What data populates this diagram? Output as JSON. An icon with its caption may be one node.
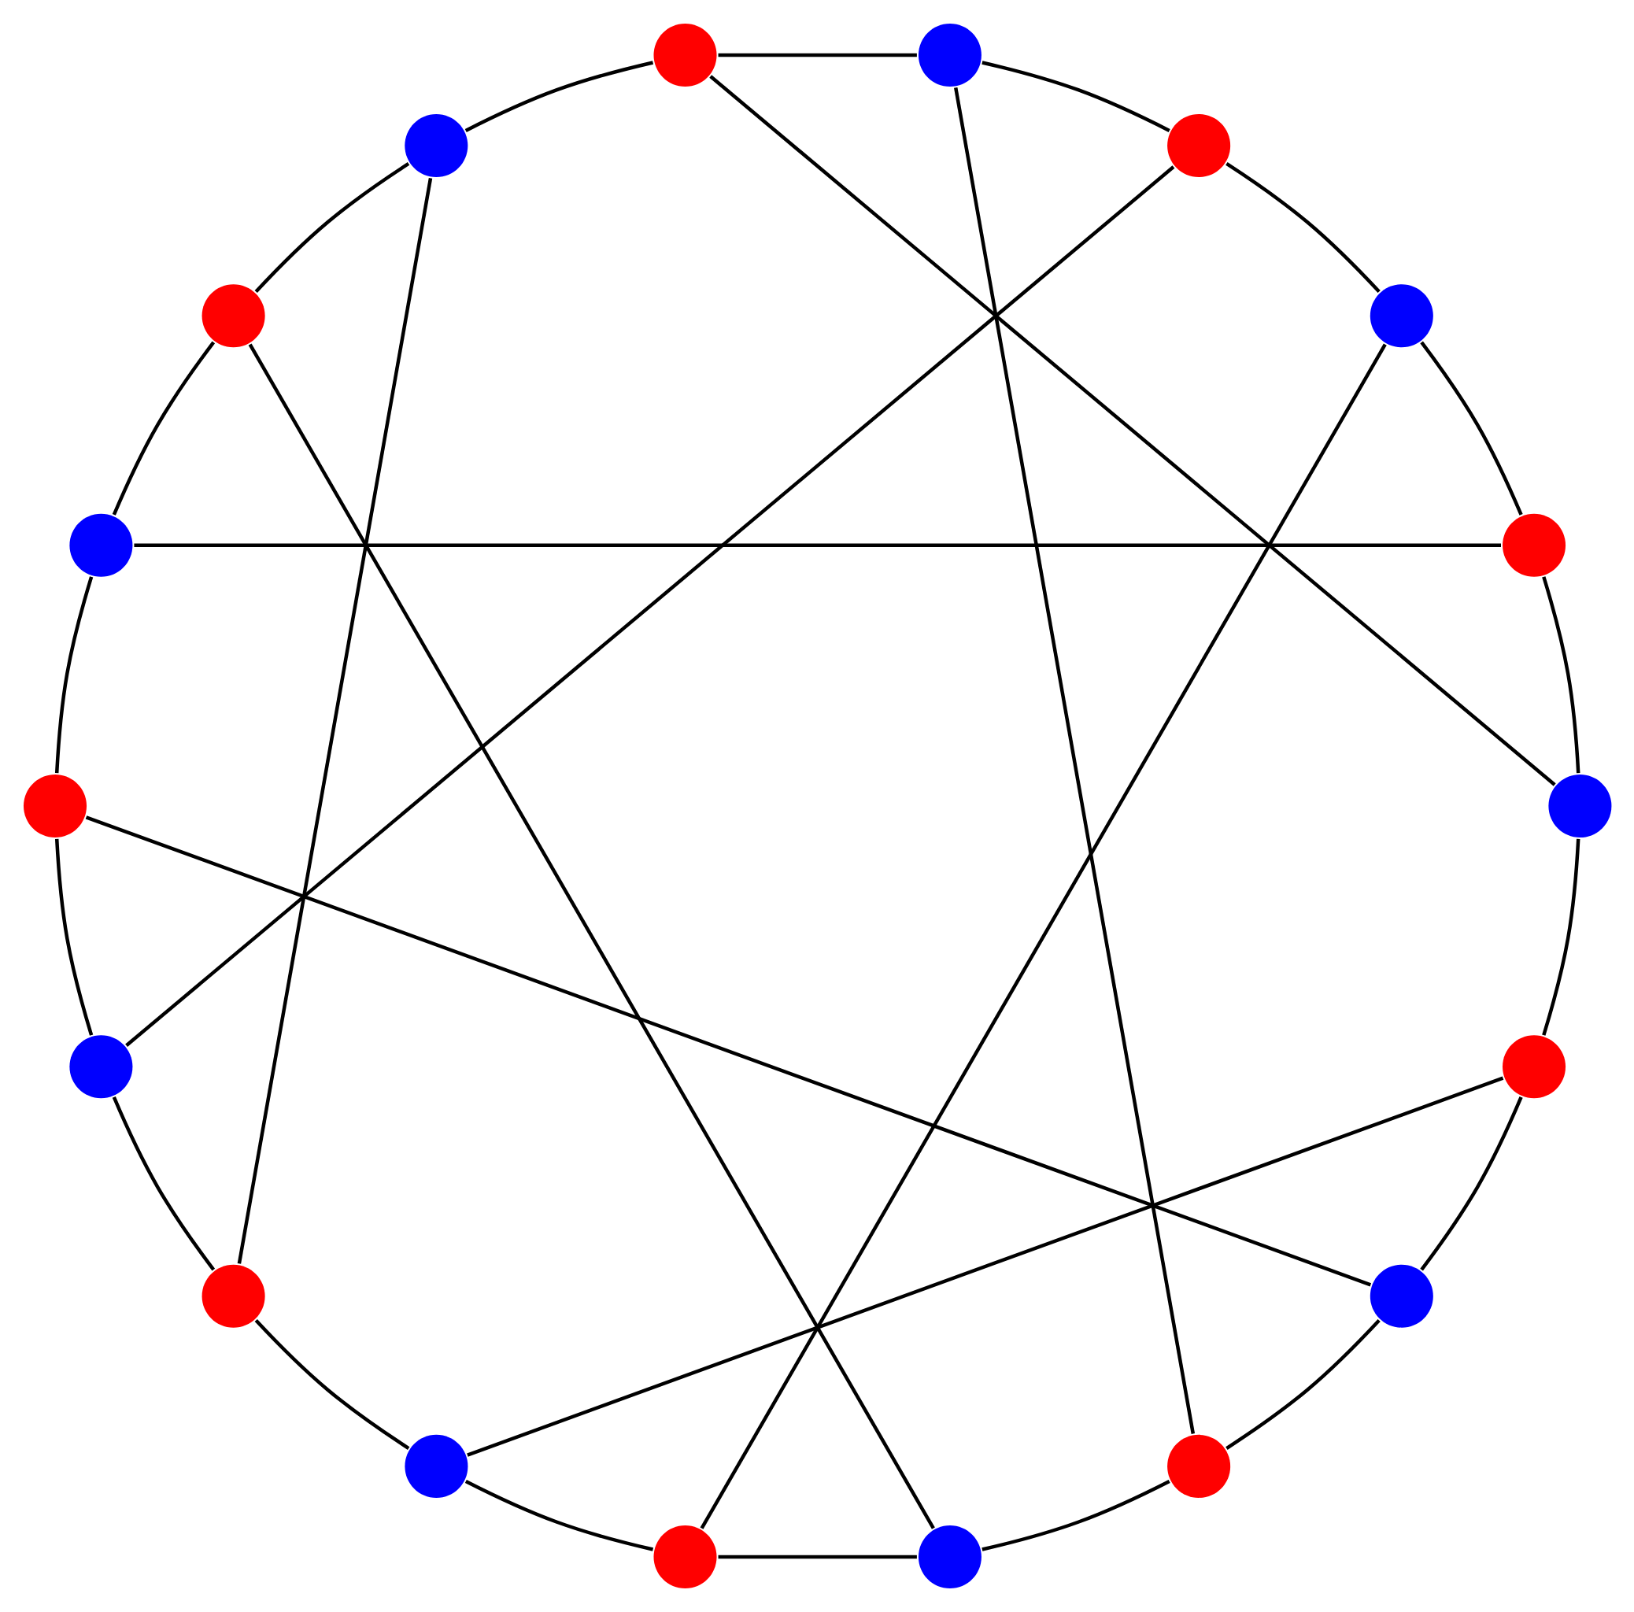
{
  "diagram": {
    "nodes": [
      {
        "text": [],
        "shape": "circle"
      },
      {
        "text": [],
        "shape": "circle"
      },
      {
        "text": [],
        "shape": "circle"
      },
      {
        "text": [],
        "shape": "circle"
      },
      {
        "text": [],
        "shape": "circle"
      },
      {
        "text": [],
        "shape": "circle"
      },
      {
        "text": [],
        "shape": "circle"
      },
      {
        "text": [],
        "shape": "circle"
      },
      {
        "text": [],
        "shape": "circle"
      },
      {
        "text": [],
        "shape": "circle"
      },
      {
        "text": [],
        "shape": "circle"
      },
      {
        "text": [],
        "shape": "circle"
      },
      {
        "text": [],
        "shape": "circle"
      },
      {
        "text": [],
        "shape": "circle"
      },
      {
        "text": [],
        "shape": "circle"
      },
      {
        "text": [],
        "shape": "circle"
      },
      {
        "text": [],
        "shape": "circle"
      },
      {
        "text": [],
        "shape": "circle"
      }
    ],
    "edges": [
      {
        "from": 0,
        "to": 1,
        "arrow": "none"
      },
      {
        "from": 1,
        "to": 2,
        "arrow": "none"
      },
      {
        "from": 2,
        "to": 3,
        "arrow": "none"
      },
      {
        "from": 3,
        "to": 4,
        "arrow": "none"
      },
      {
        "from": 4,
        "to": 5,
        "arrow": "none"
      },
      {
        "from": 5,
        "to": 6,
        "arrow": "none"
      },
      {
        "from": 6,
        "to": 7,
        "arrow": "none"
      },
      {
        "from": 7,
        "to": 8,
        "arrow": "none"
      },
      {
        "from": 8,
        "to": 9,
        "arrow": "none"
      },
      {
        "from": 9,
        "to": 10,
        "arrow": "none"
      },
      {
        "from": 10,
        "to": 11,
        "arrow": "none"
      },
      {
        "from": 11,
        "to": 12,
        "arrow": "none"
      },
      {
        "from": 12,
        "to": 13,
        "arrow": "none"
      },
      {
        "from": 13,
        "to": 14,
        "arrow": "none"
      },
      {
        "from": 14,
        "to": 15,
        "arrow": "none"
      },
      {
        "from": 15,
        "to": 16,
        "arrow": "none"
      },
      {
        "from": 16,
        "to": 17,
        "arrow": "none"
      },
      {
        "from": 17,
        "to": 0,
        "arrow": "none"
      },
      {
        "from": 0,
        "to": 5,
        "arrow": "none"
      },
      {
        "from": 1,
        "to": 8,
        "arrow": "none"
      },
      {
        "from": 2,
        "to": 13,
        "arrow": "none"
      },
      {
        "from": 3,
        "to": 10,
        "arrow": "none"
      },
      {
        "from": 4,
        "to": 15,
        "arrow": "none"
      },
      {
        "from": 6,
        "to": 11,
        "arrow": "none"
      },
      {
        "from": 7,
        "to": 14,
        "arrow": "none"
      },
      {
        "from": 9,
        "to": 16,
        "arrow": "none"
      },
      {
        "from": 12,
        "to": 17,
        "arrow": "none"
      }
    ]
  }
}
